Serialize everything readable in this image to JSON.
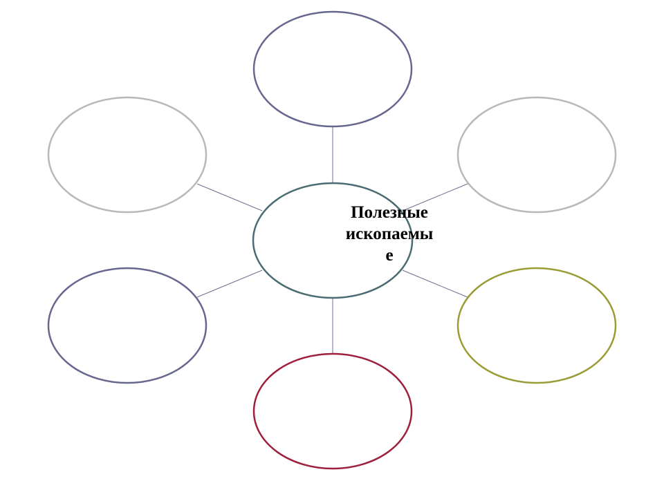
{
  "diagram": {
    "center": {
      "label_lines": [
        "Полезные",
        "ископаемы",
        "е"
      ],
      "stroke": "#4a6b72"
    },
    "nodes": [
      {
        "id": "top",
        "stroke": "#66668f"
      },
      {
        "id": "upper-left",
        "stroke": "#b8b8b8"
      },
      {
        "id": "upper-right",
        "stroke": "#b8b8b8"
      },
      {
        "id": "lower-left",
        "stroke": "#66668f"
      },
      {
        "id": "lower-right",
        "stroke": "#9b9b36"
      },
      {
        "id": "bottom",
        "stroke": "#9e1f3c"
      }
    ],
    "connector_color": "#6d6d8f"
  }
}
